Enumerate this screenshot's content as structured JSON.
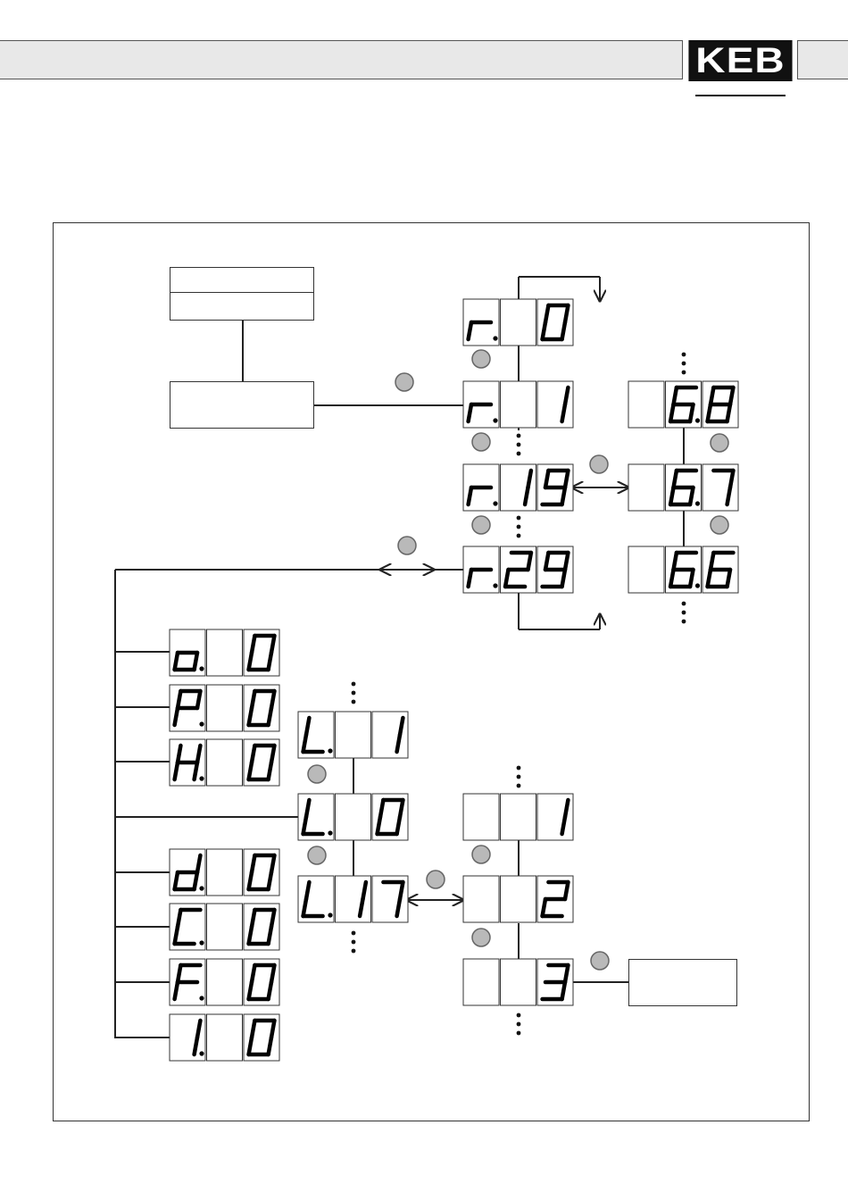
{
  "header": {
    "logo": "KEB"
  },
  "colors": {
    "segment": "#000000",
    "line": "#222222",
    "button_fill": "#b9b9b9",
    "button_stroke": "#666666",
    "header_bar": "#e8e8e8"
  },
  "displays": [
    {
      "id": "r0",
      "chars": [
        "r.",
        "",
        "0"
      ]
    },
    {
      "id": "r1",
      "chars": [
        "r.",
        "",
        "1"
      ]
    },
    {
      "id": "r19",
      "chars": [
        "r.",
        "1",
        "9"
      ]
    },
    {
      "id": "r29",
      "chars": [
        "r.",
        "2",
        "9"
      ]
    },
    {
      "id": "p68",
      "chars": [
        "",
        "6.",
        "8"
      ]
    },
    {
      "id": "p67",
      "chars": [
        "",
        "6.",
        "7"
      ]
    },
    {
      "id": "p66",
      "chars": [
        "",
        "6.",
        "6"
      ]
    },
    {
      "id": "o0",
      "chars": [
        "o.",
        "",
        "0"
      ]
    },
    {
      "id": "P0",
      "chars": [
        "P.",
        "",
        "0"
      ]
    },
    {
      "id": "H0",
      "chars": [
        "H.",
        "",
        "0"
      ]
    },
    {
      "id": "d0",
      "chars": [
        "d.",
        "",
        "0"
      ]
    },
    {
      "id": "C0",
      "chars": [
        "C.",
        "",
        "0"
      ]
    },
    {
      "id": "F0",
      "chars": [
        "F.",
        "",
        "0"
      ]
    },
    {
      "id": "I0",
      "chars": [
        "1.",
        "",
        "0"
      ]
    },
    {
      "id": "L1",
      "chars": [
        "L.",
        "",
        "1"
      ]
    },
    {
      "id": "L0",
      "chars": [
        "L.",
        "",
        "0"
      ]
    },
    {
      "id": "L17",
      "chars": [
        "L.",
        "1",
        "7"
      ]
    },
    {
      "id": "v1",
      "chars": [
        "",
        "",
        "1"
      ]
    },
    {
      "id": "v2",
      "chars": [
        "",
        "",
        "2"
      ]
    },
    {
      "id": "v3",
      "chars": [
        "",
        "",
        "3"
      ]
    }
  ]
}
